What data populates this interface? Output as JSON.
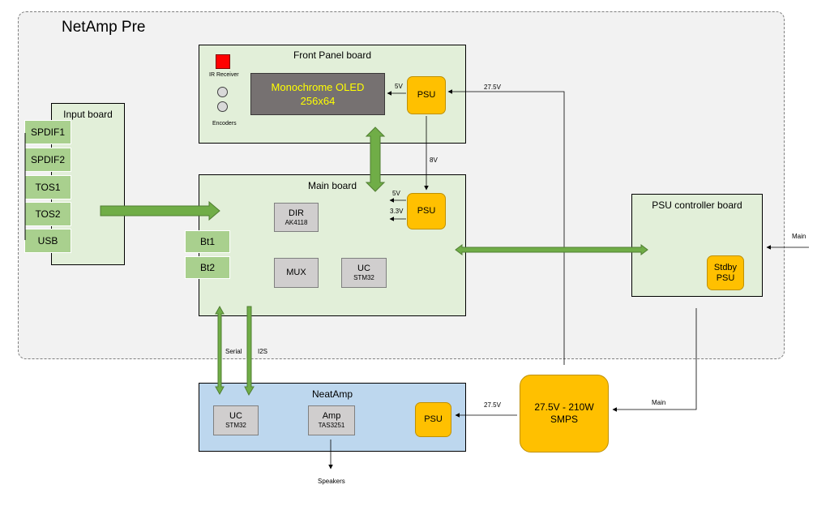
{
  "system_title": "NetAmp Pre",
  "front_panel": {
    "title": "Front Panel board",
    "ir_receiver": "IR Receiver",
    "encoders": "Encoders",
    "oled_line1": "Monochrome OLED",
    "oled_line2": "256x64",
    "psu": "PSU",
    "oled_voltage": "5V"
  },
  "input_board": {
    "title": "Input board",
    "inputs": [
      "SPDIF1",
      "SPDIF2",
      "TOS1",
      "TOS2",
      "USB"
    ]
  },
  "main_board": {
    "title": "Main board",
    "dir": "DIR",
    "dir_part": "AK4118",
    "mux": "MUX",
    "uc": "UC",
    "uc_part": "STM32",
    "psu": "PSU",
    "out_5v": "5V",
    "out_3v3": "3.3V",
    "bt1": "Bt1",
    "bt2": "Bt2"
  },
  "psu_controller": {
    "title": "PSU controller board",
    "stdby_line1": "Stdby",
    "stdby_line2": "PSU"
  },
  "neatamp": {
    "title": "NeatAmp",
    "uc": "UC",
    "uc_part": "STM32",
    "amp": "Amp",
    "amp_part": "TAS3251",
    "psu": "PSU"
  },
  "smps": {
    "line1": "27.5V - 210W",
    "line2": "SMPS"
  },
  "labels": {
    "v27_top": "27.5V",
    "v8": "8V",
    "main_in": "Main",
    "main_smps": "Main",
    "v27_neatamp": "27.5V",
    "serial": "Serial",
    "i2s": "I2S",
    "speakers": "Speakers"
  },
  "colors": {
    "board_green": "#e2efd9",
    "board_blue": "#bdd7ee",
    "psu_orange": "#ffc000",
    "input_green": "#a9d08e",
    "bus_arrow_green": "#70ad47",
    "oled_text_yellow": "#ffff00",
    "ir_red": "#ff0000"
  }
}
